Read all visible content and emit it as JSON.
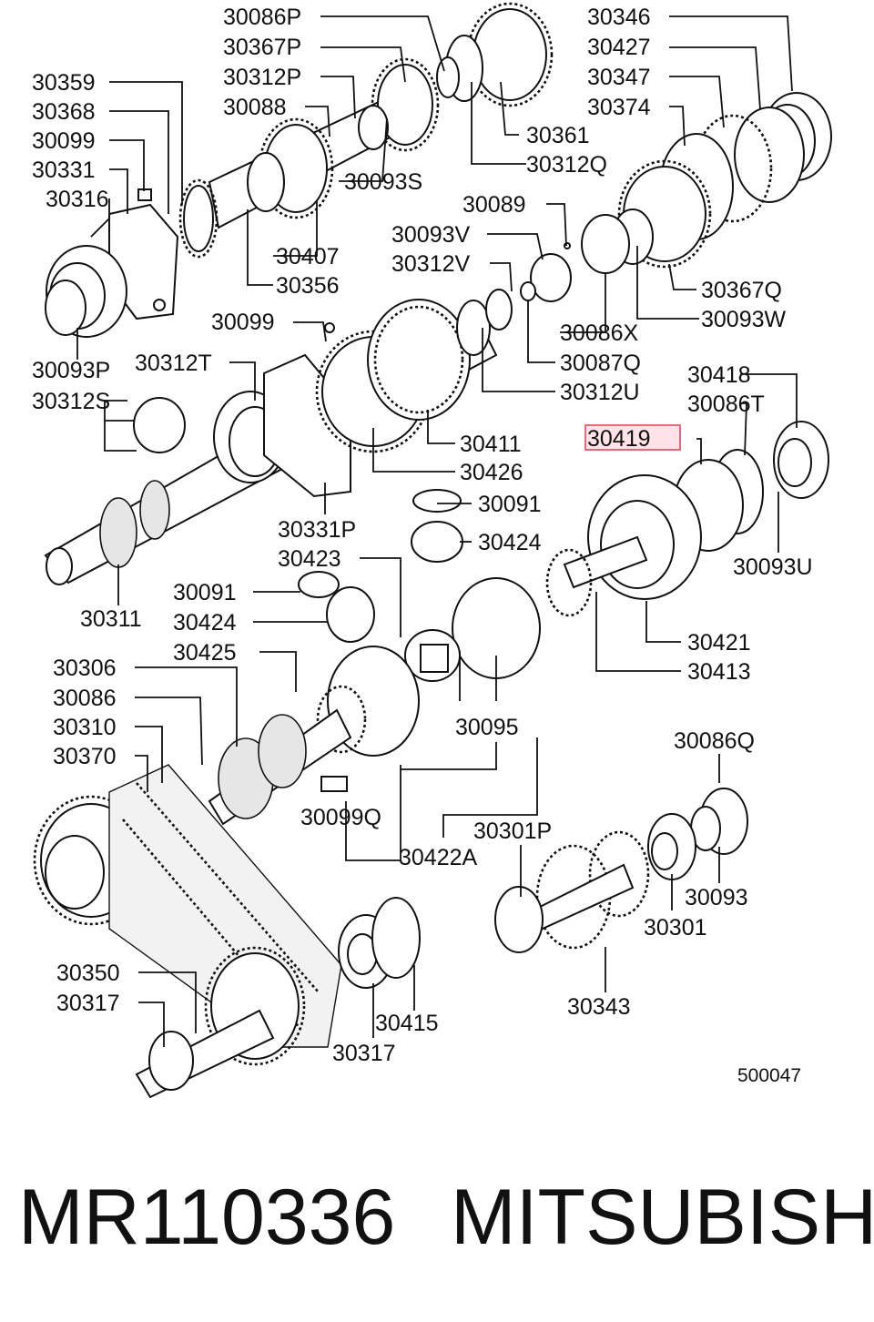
{
  "diagram": {
    "part_numbers": [
      "30086P",
      "30367P",
      "30312P",
      "30088",
      "30359",
      "30368",
      "30099",
      "30331",
      "30316",
      "30361",
      "30312Q",
      "30093S",
      "30407",
      "30356",
      "30093P",
      "30346",
      "30427",
      "30347",
      "30374",
      "30089",
      "30093V",
      "30312V",
      "30367Q",
      "30086X",
      "30093W",
      "30087Q",
      "30312U",
      "30099",
      "30312T",
      "30312S",
      "30411",
      "30426",
      "30331P",
      "30311",
      "30418",
      "30086T",
      "30419",
      "30091",
      "30424",
      "30423",
      "30093U",
      "30091",
      "30424",
      "30425",
      "30421",
      "30413",
      "30306",
      "30086",
      "30310",
      "30370",
      "30095",
      "30099Q",
      "30422A",
      "30086Q",
      "30301P",
      "30093",
      "30301",
      "30343",
      "30350",
      "30317",
      "30415",
      "30317"
    ],
    "highlighted_part": "30419",
    "figure_code": "500047"
  },
  "caption": {
    "part_number": "MR110336",
    "brand": "MITSUBISHI"
  }
}
